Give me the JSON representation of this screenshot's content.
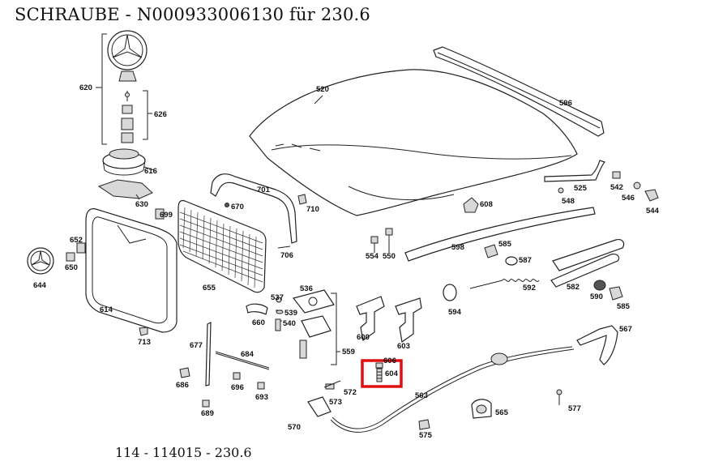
{
  "title": "SCHRAUBE  - N000933006130 für 230.6",
  "footer": "114 - 114015 - 230.6",
  "highlight_color": "#e01010",
  "highlighted_part": "604",
  "parts": [
    {
      "id": "p520",
      "label": "520"
    },
    {
      "id": "p596",
      "label": "596"
    },
    {
      "id": "p620",
      "label": "620"
    },
    {
      "id": "p626",
      "label": "626"
    },
    {
      "id": "p616",
      "label": "616"
    },
    {
      "id": "p630",
      "label": "630"
    },
    {
      "id": "p699",
      "label": "699"
    },
    {
      "id": "p701",
      "label": "701"
    },
    {
      "id": "p670",
      "label": "670"
    },
    {
      "id": "p710",
      "label": "710"
    },
    {
      "id": "p608",
      "label": "608"
    },
    {
      "id": "p525",
      "label": "525"
    },
    {
      "id": "p548",
      "label": "548"
    },
    {
      "id": "p542",
      "label": "542"
    },
    {
      "id": "p546",
      "label": "546"
    },
    {
      "id": "p544",
      "label": "544"
    },
    {
      "id": "p652",
      "label": "652"
    },
    {
      "id": "p650",
      "label": "650"
    },
    {
      "id": "p644",
      "label": "644"
    },
    {
      "id": "p614",
      "label": "614"
    },
    {
      "id": "p655",
      "label": "655"
    },
    {
      "id": "p706",
      "label": "706"
    },
    {
      "id": "p554",
      "label": "554"
    },
    {
      "id": "p550",
      "label": "550"
    },
    {
      "id": "p598",
      "label": "598"
    },
    {
      "id": "p585a",
      "label": "585"
    },
    {
      "id": "p587",
      "label": "587"
    },
    {
      "id": "p592",
      "label": "592"
    },
    {
      "id": "p582",
      "label": "582"
    },
    {
      "id": "p590",
      "label": "590"
    },
    {
      "id": "p585b",
      "label": "585"
    },
    {
      "id": "p594",
      "label": "594"
    },
    {
      "id": "p536",
      "label": "536"
    },
    {
      "id": "p537",
      "label": "537"
    },
    {
      "id": "p539",
      "label": "539"
    },
    {
      "id": "p540",
      "label": "540"
    },
    {
      "id": "p660",
      "label": "660"
    },
    {
      "id": "p713",
      "label": "713"
    },
    {
      "id": "p600",
      "label": "600"
    },
    {
      "id": "p603",
      "label": "603"
    },
    {
      "id": "p567",
      "label": "567"
    },
    {
      "id": "p677",
      "label": "677"
    },
    {
      "id": "p684",
      "label": "684"
    },
    {
      "id": "p559",
      "label": "559"
    },
    {
      "id": "p606",
      "label": "606"
    },
    {
      "id": "p604",
      "label": "604"
    },
    {
      "id": "p686",
      "label": "686"
    },
    {
      "id": "p696",
      "label": "696"
    },
    {
      "id": "p693",
      "label": "693"
    },
    {
      "id": "p572",
      "label": "572"
    },
    {
      "id": "p563",
      "label": "563"
    },
    {
      "id": "p573",
      "label": "573"
    },
    {
      "id": "p689",
      "label": "689"
    },
    {
      "id": "p570",
      "label": "570"
    },
    {
      "id": "p565",
      "label": "565"
    },
    {
      "id": "p577",
      "label": "577"
    },
    {
      "id": "p575",
      "label": "575"
    }
  ]
}
